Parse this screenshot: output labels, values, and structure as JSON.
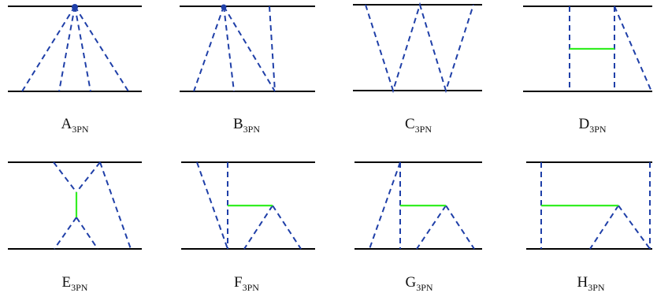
{
  "colors": {
    "worldline": "#000000",
    "dashed_propagator": "#1f3fa8",
    "solid_propagator": "#33ee22",
    "vertex": "#1f3fa8"
  },
  "diagrams": [
    {
      "id": "A",
      "label_main": "A",
      "label_sub": "3PN"
    },
    {
      "id": "B",
      "label_main": "B",
      "label_sub": "3PN"
    },
    {
      "id": "C",
      "label_main": "C",
      "label_sub": "3PN"
    },
    {
      "id": "D",
      "label_main": "D",
      "label_sub": "3PN"
    },
    {
      "id": "E",
      "label_main": "E",
      "label_sub": "3PN"
    },
    {
      "id": "F",
      "label_main": "F",
      "label_sub": "3PN"
    },
    {
      "id": "G",
      "label_main": "G",
      "label_sub": "3PN"
    },
    {
      "id": "H",
      "label_main": "H",
      "label_sub": "3PN"
    }
  ]
}
